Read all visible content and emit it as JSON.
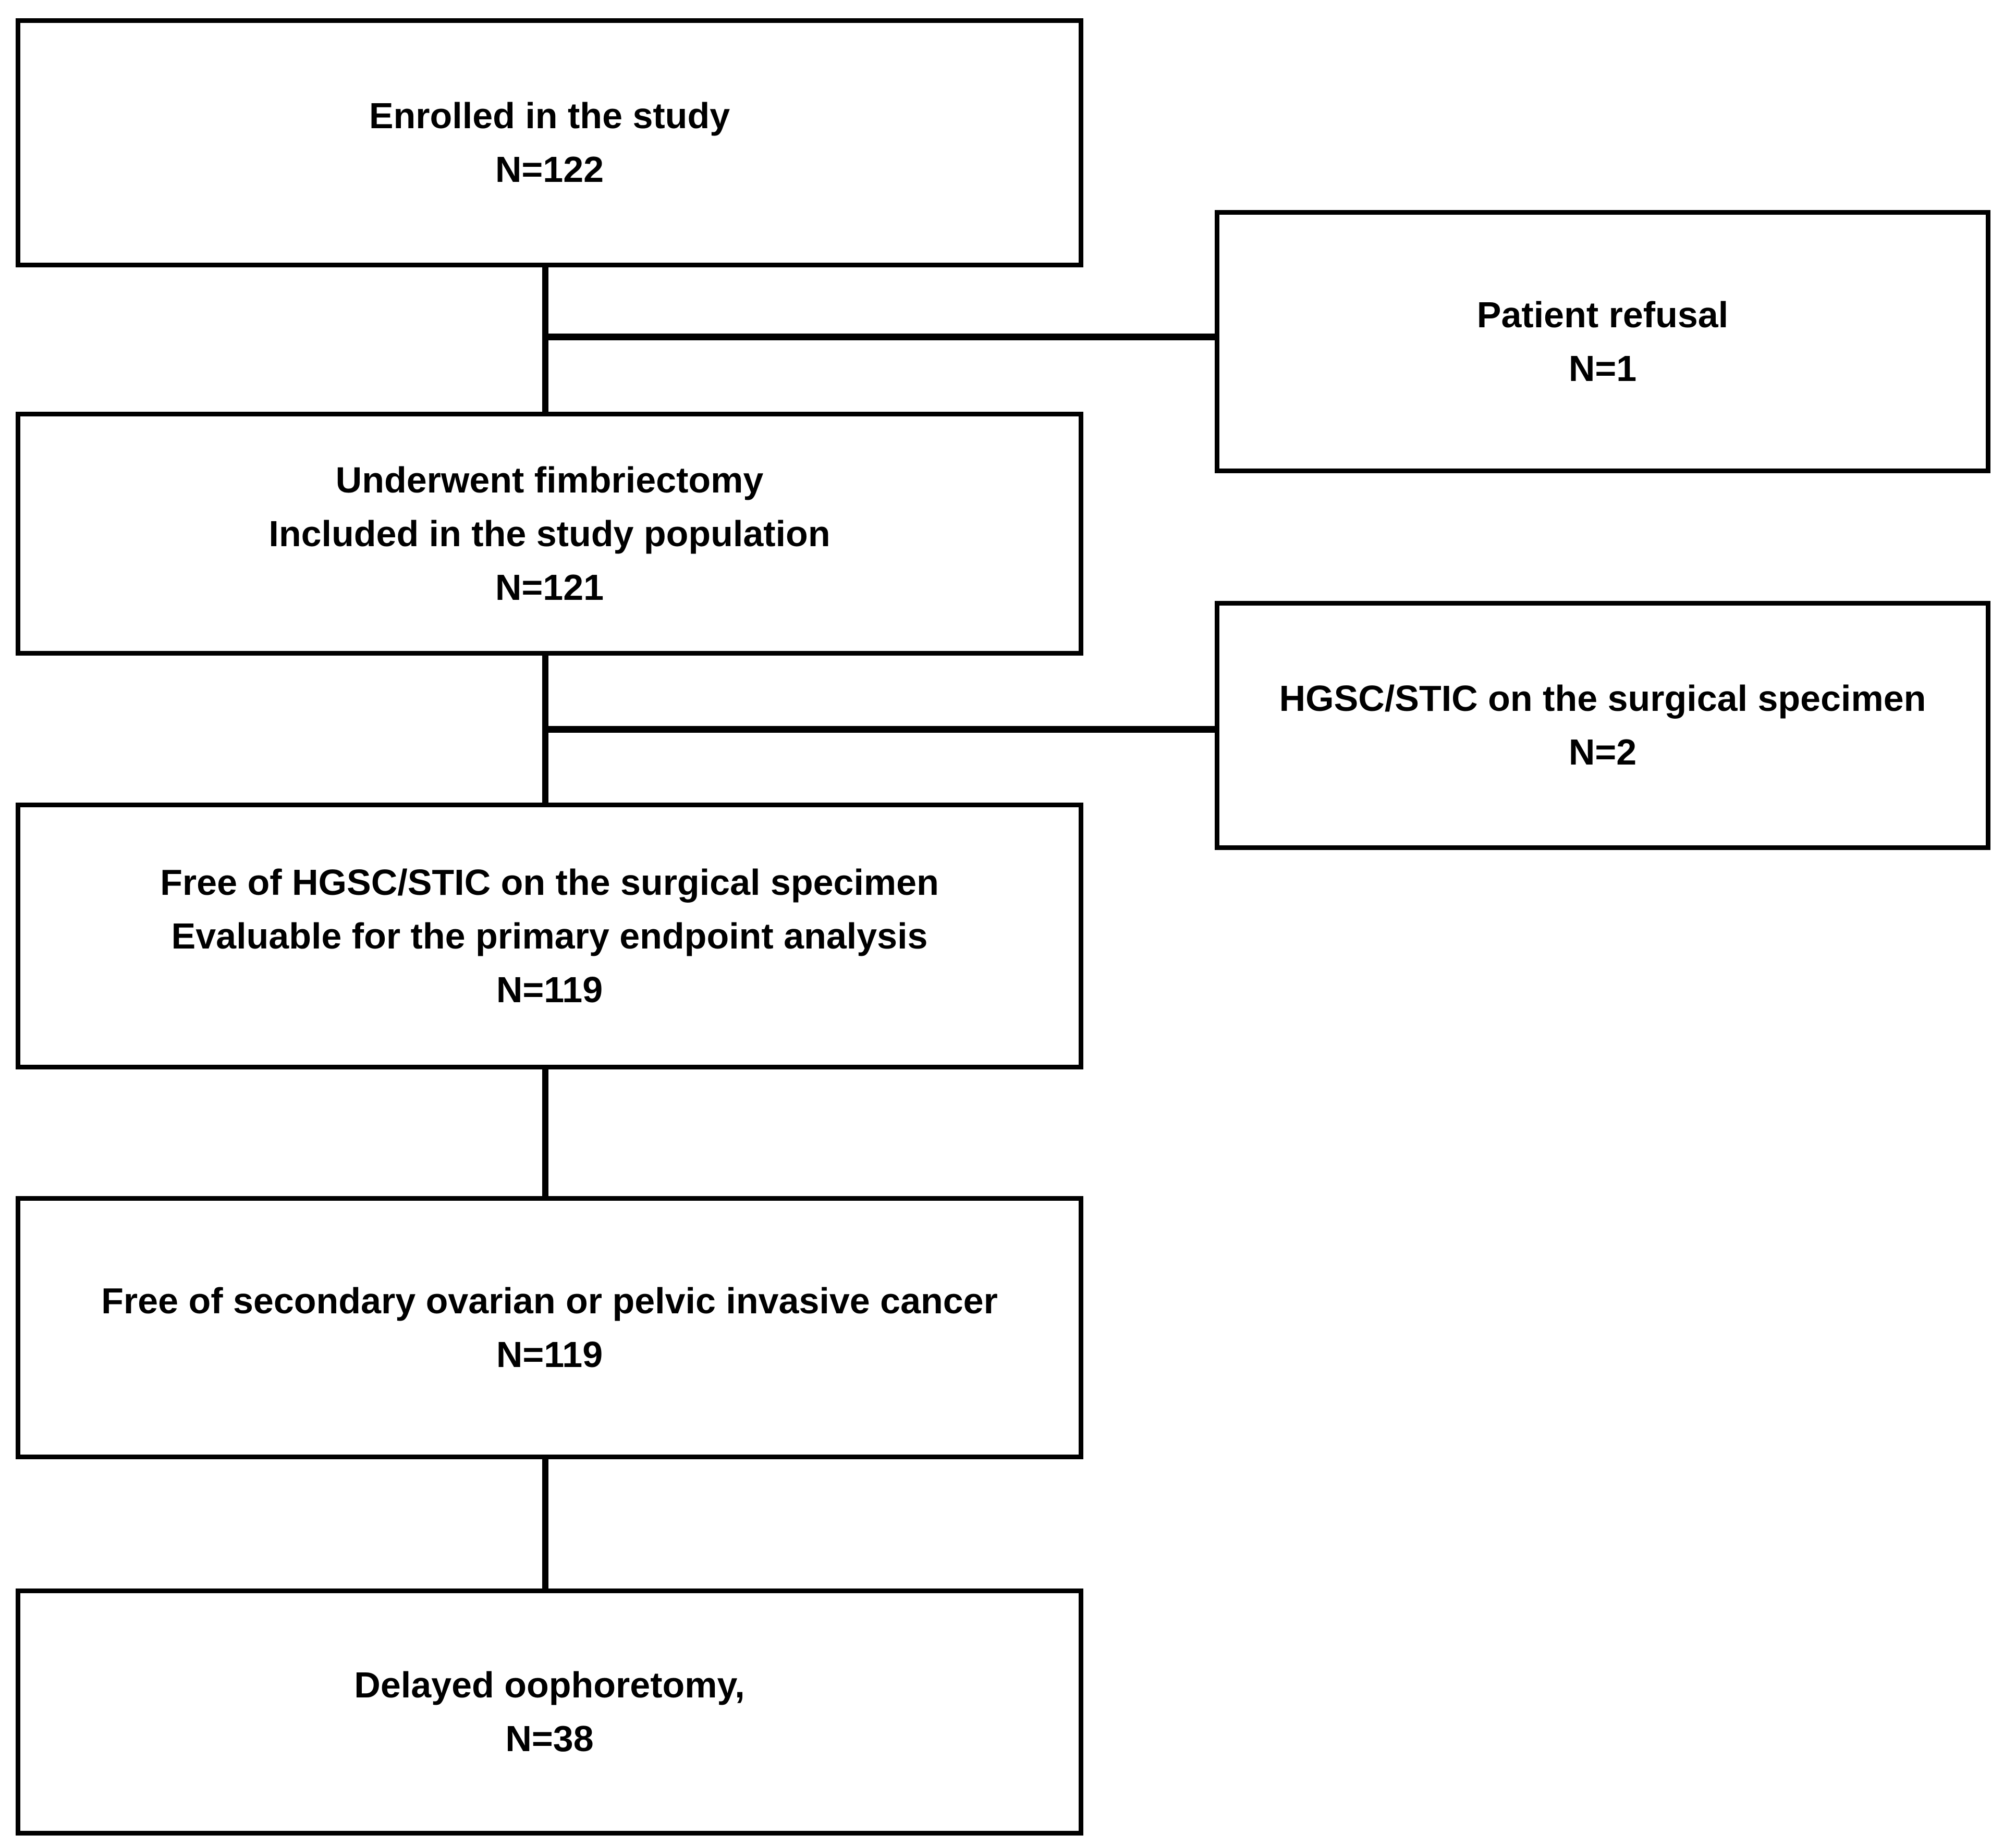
{
  "figure_type": "study-flow-diagram",
  "colors": {
    "background": "#ffffff",
    "line": "#000000",
    "text": "#000000"
  },
  "boxes": {
    "enrolled": {
      "lines": [
        "Enrolled in the study",
        "N=122"
      ]
    },
    "patient_refusal": {
      "lines": [
        "Patient refusal",
        "N=1"
      ]
    },
    "fimbriectomy": {
      "lines": [
        "Underwent fimbriectomy",
        "Included in the study population",
        "N=121"
      ]
    },
    "hgsc_stic_excluded": {
      "lines": [
        "HGSC/STIC on the surgical specimen",
        "N=2"
      ]
    },
    "free_of_hgsc_stic": {
      "lines": [
        "Free of HGSC/STIC on the surgical specimen",
        "Evaluable for the primary endpoint analysis",
        "N=119"
      ]
    },
    "free_of_secondary_cancer": {
      "lines": [
        "Free of secondary ovarian or pelvic invasive cancer",
        "N=119"
      ]
    },
    "delayed_oophoretomy": {
      "lines": [
        "Delayed oophoretomy,",
        "N=38"
      ]
    }
  },
  "edges": [
    {
      "from": "enrolled",
      "to": "fimbriectomy"
    },
    {
      "from": "enrolled",
      "to": "patient_refusal"
    },
    {
      "from": "fimbriectomy",
      "to": "free_of_hgsc_stic"
    },
    {
      "from": "fimbriectomy",
      "to": "hgsc_stic_excluded"
    },
    {
      "from": "free_of_hgsc_stic",
      "to": "free_of_secondary_cancer"
    },
    {
      "from": "free_of_secondary_cancer",
      "to": "delayed_oophoretomy"
    }
  ]
}
